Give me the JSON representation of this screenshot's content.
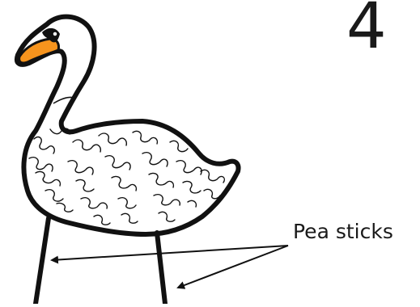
{
  "step": {
    "number": "4"
  },
  "callout": {
    "label": "Pea sticks"
  },
  "illustration": {
    "subject": "swan-cutout",
    "colors": {
      "outline": "#111111",
      "beak": "#f7941d",
      "body_fill": "#ffffff"
    }
  }
}
